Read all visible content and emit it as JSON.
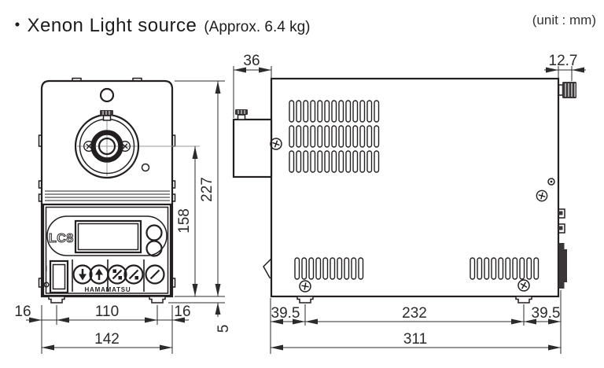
{
  "header": {
    "title": "・Xenon Light source",
    "weight_note": "(Approx. 6.4 kg)",
    "unit_note": "(unit : mm)"
  },
  "device": {
    "panel_logo": "LC8",
    "brand": "HAMAMATSU",
    "power_on_mark": "I"
  },
  "front_view_dims": {
    "overall_height": "227",
    "lens_center_height": "158",
    "left_foot_offset": "16",
    "foot_pitch": "110",
    "right_foot_offset": "16",
    "overall_width": "142",
    "foot_height": "5"
  },
  "side_view_dims": {
    "top_protrusion": "36",
    "rear_knob": "12.7",
    "front_foot_offset": "39.5",
    "foot_pitch": "232",
    "rear_foot_offset": "39.5",
    "overall_depth": "311"
  }
}
